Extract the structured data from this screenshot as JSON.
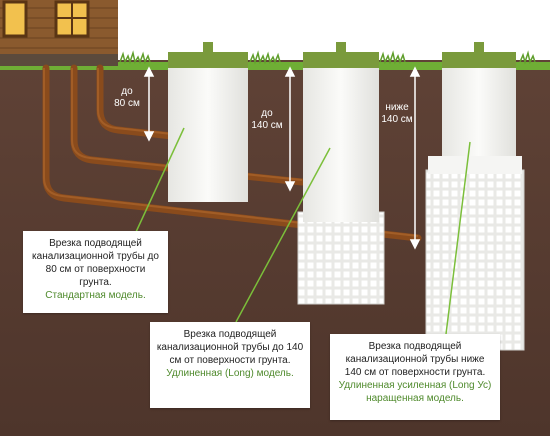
{
  "colors": {
    "soil": "#5a3e33",
    "grass": "#7bbf3a",
    "pipe": "#8a4b1c",
    "tank": "#f2f2f0",
    "tank_cap": "#7a9a3c",
    "accent_text": "#4f8a2c",
    "house_wood": "#8a5a2e"
  },
  "dimensions": [
    {
      "line1": "до",
      "line2": "80 см"
    },
    {
      "line1": "до",
      "line2": "140 см"
    },
    {
      "line1": "ниже",
      "line2": "140 см"
    }
  ],
  "callouts": [
    {
      "text": "Врезка подводящей канализационной трубы до 80 см от поверхности грунта.",
      "model": "Стандартная модель."
    },
    {
      "text": "Врезка подводящей канализационной трубы до 140 см от поверхности грунта.",
      "model": "Удлиненная (Long) модель."
    },
    {
      "text": "Врезка подводящей канализационной трубы ниже 140 см от поверхности грунта.",
      "model": "Удлиненная усиленная (Long Ус) наращенная модель."
    }
  ]
}
